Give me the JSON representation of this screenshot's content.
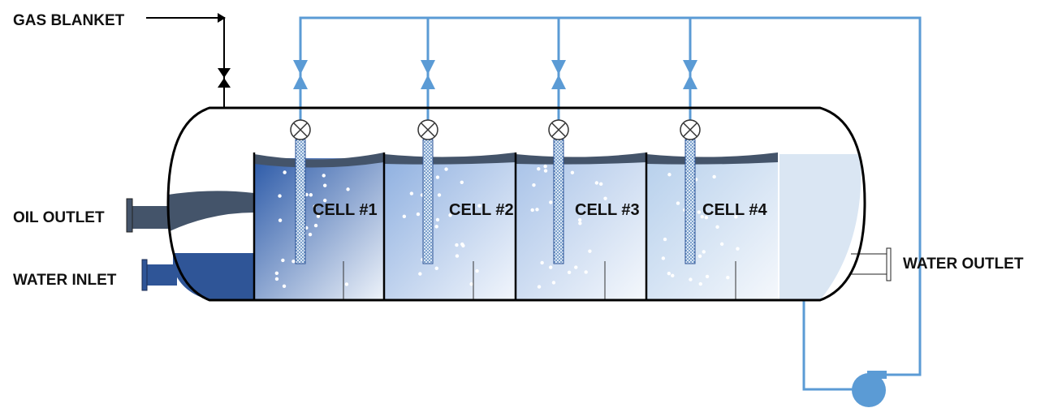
{
  "labels": {
    "gas_blanket": "GAS BLANKET",
    "oil_outlet": "OIL OUTLET",
    "water_inlet": "WATER INLET",
    "water_outlet": "WATER OUTLET"
  },
  "cells": [
    "CELL #1",
    "CELL #2",
    "CELL #3",
    "CELL #4"
  ],
  "colors": {
    "recycle_line": "#5b9bd5",
    "oil": "#44546a",
    "water": "#2f5597",
    "outline": "#000000"
  }
}
